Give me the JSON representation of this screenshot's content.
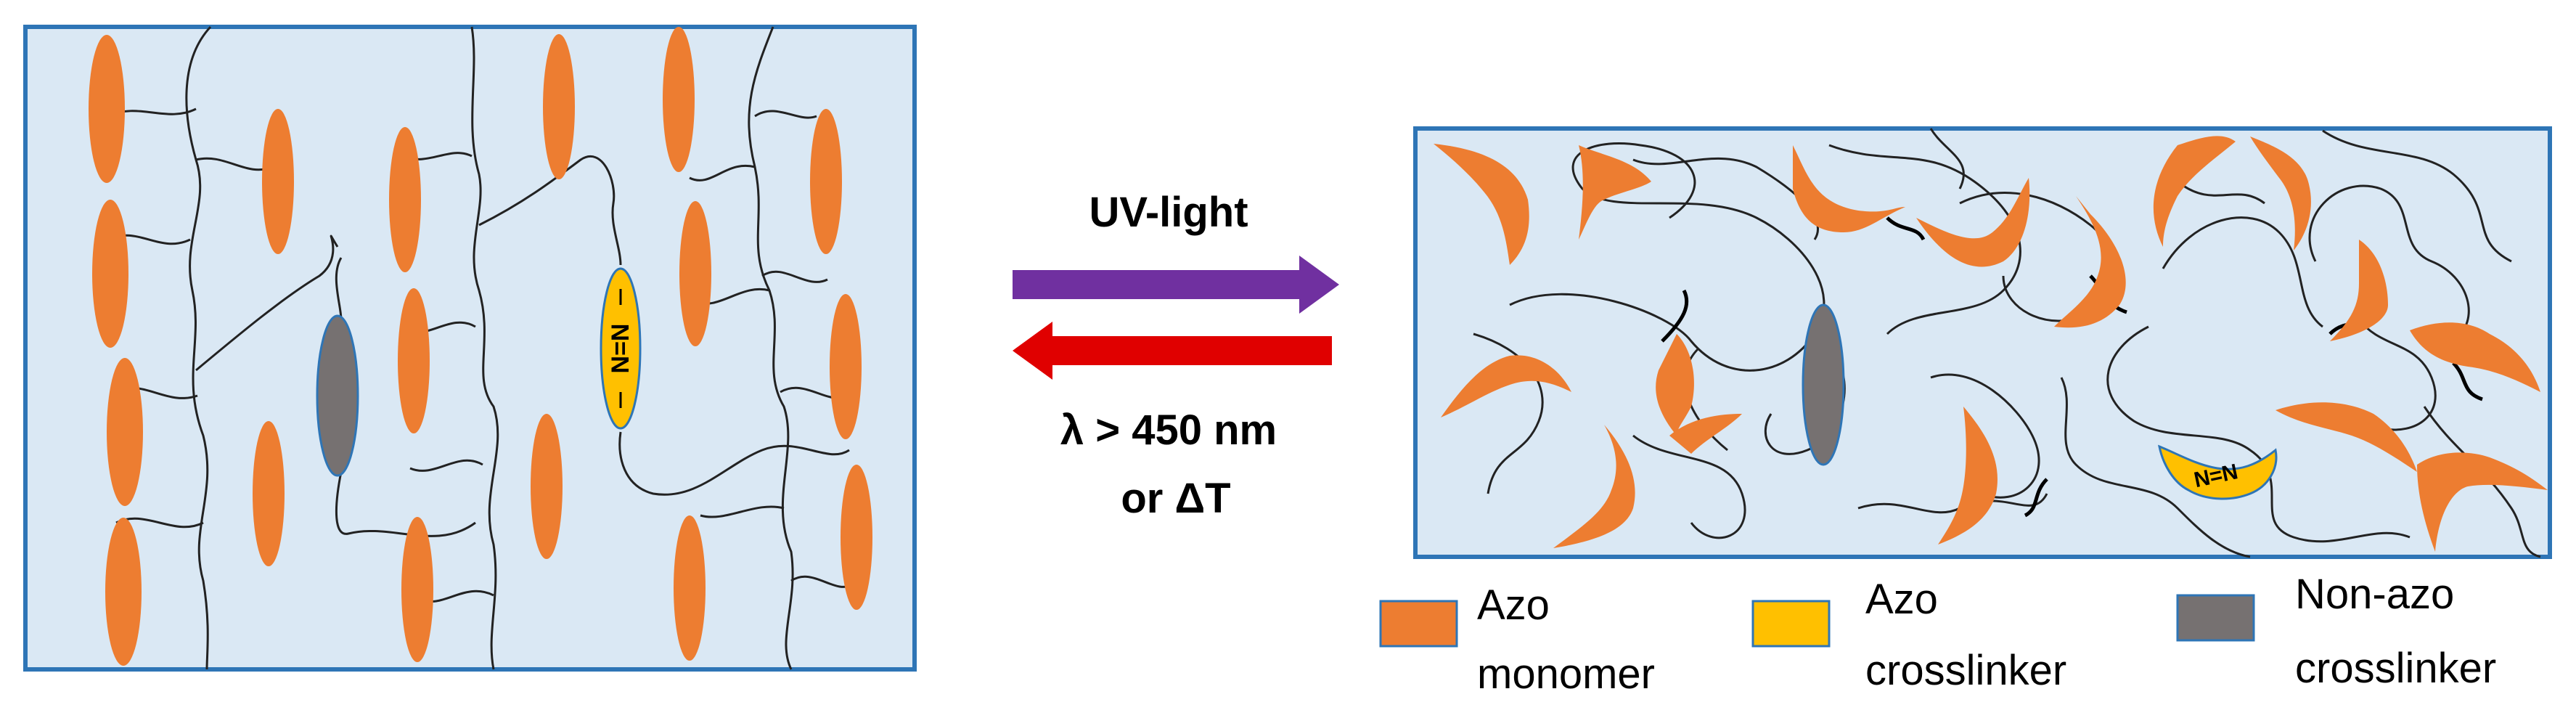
{
  "arrows": {
    "forward_label": "UV-light",
    "reverse_label_line1": "λ > 450 nm",
    "reverse_label_line2": "or ΔT"
  },
  "crosslinker_text": "N=N",
  "legend": [
    {
      "line1": "Azo",
      "line2": "monomer",
      "color": "#ED7D31"
    },
    {
      "line1": "Azo",
      "line2": "crosslinker",
      "color": "#FFC000"
    },
    {
      "line1": "Non-azo",
      "line2": "crosslinker",
      "color": "#767171"
    }
  ],
  "colors": {
    "panel_fill": "#DAE8F4",
    "panel_border": "#2E75B6",
    "azo_monomer": "#ED7D31",
    "azo_crosslinker": "#FFC000",
    "non_azo_crosslinker": "#767171",
    "uv_arrow": "#7030A0",
    "reverse_arrow": "#E00000"
  }
}
